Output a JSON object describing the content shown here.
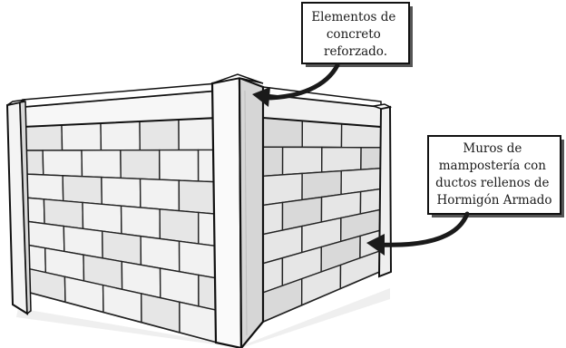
{
  "labels": {
    "concrete_elements": [
      "Elementos de",
      "concreto",
      "reforzado."
    ],
    "masonry_walls": [
      "Muros de",
      "mampostería con",
      "ductos rellenos de",
      "Hormigón Armado"
    ]
  },
  "colors": {
    "outline": "#111111",
    "block_face": "#f2f2f2",
    "wall_left_shade": "#e6e6e6",
    "wall_right_shade": "#d9d9d9",
    "column_face": "#fafafa",
    "column_side": "#dcdcdc",
    "beam_face": "#f7f7f7",
    "callout_box": "#ffffff",
    "callout_shadow": "#555555",
    "arrow": "#1a1a1a"
  }
}
